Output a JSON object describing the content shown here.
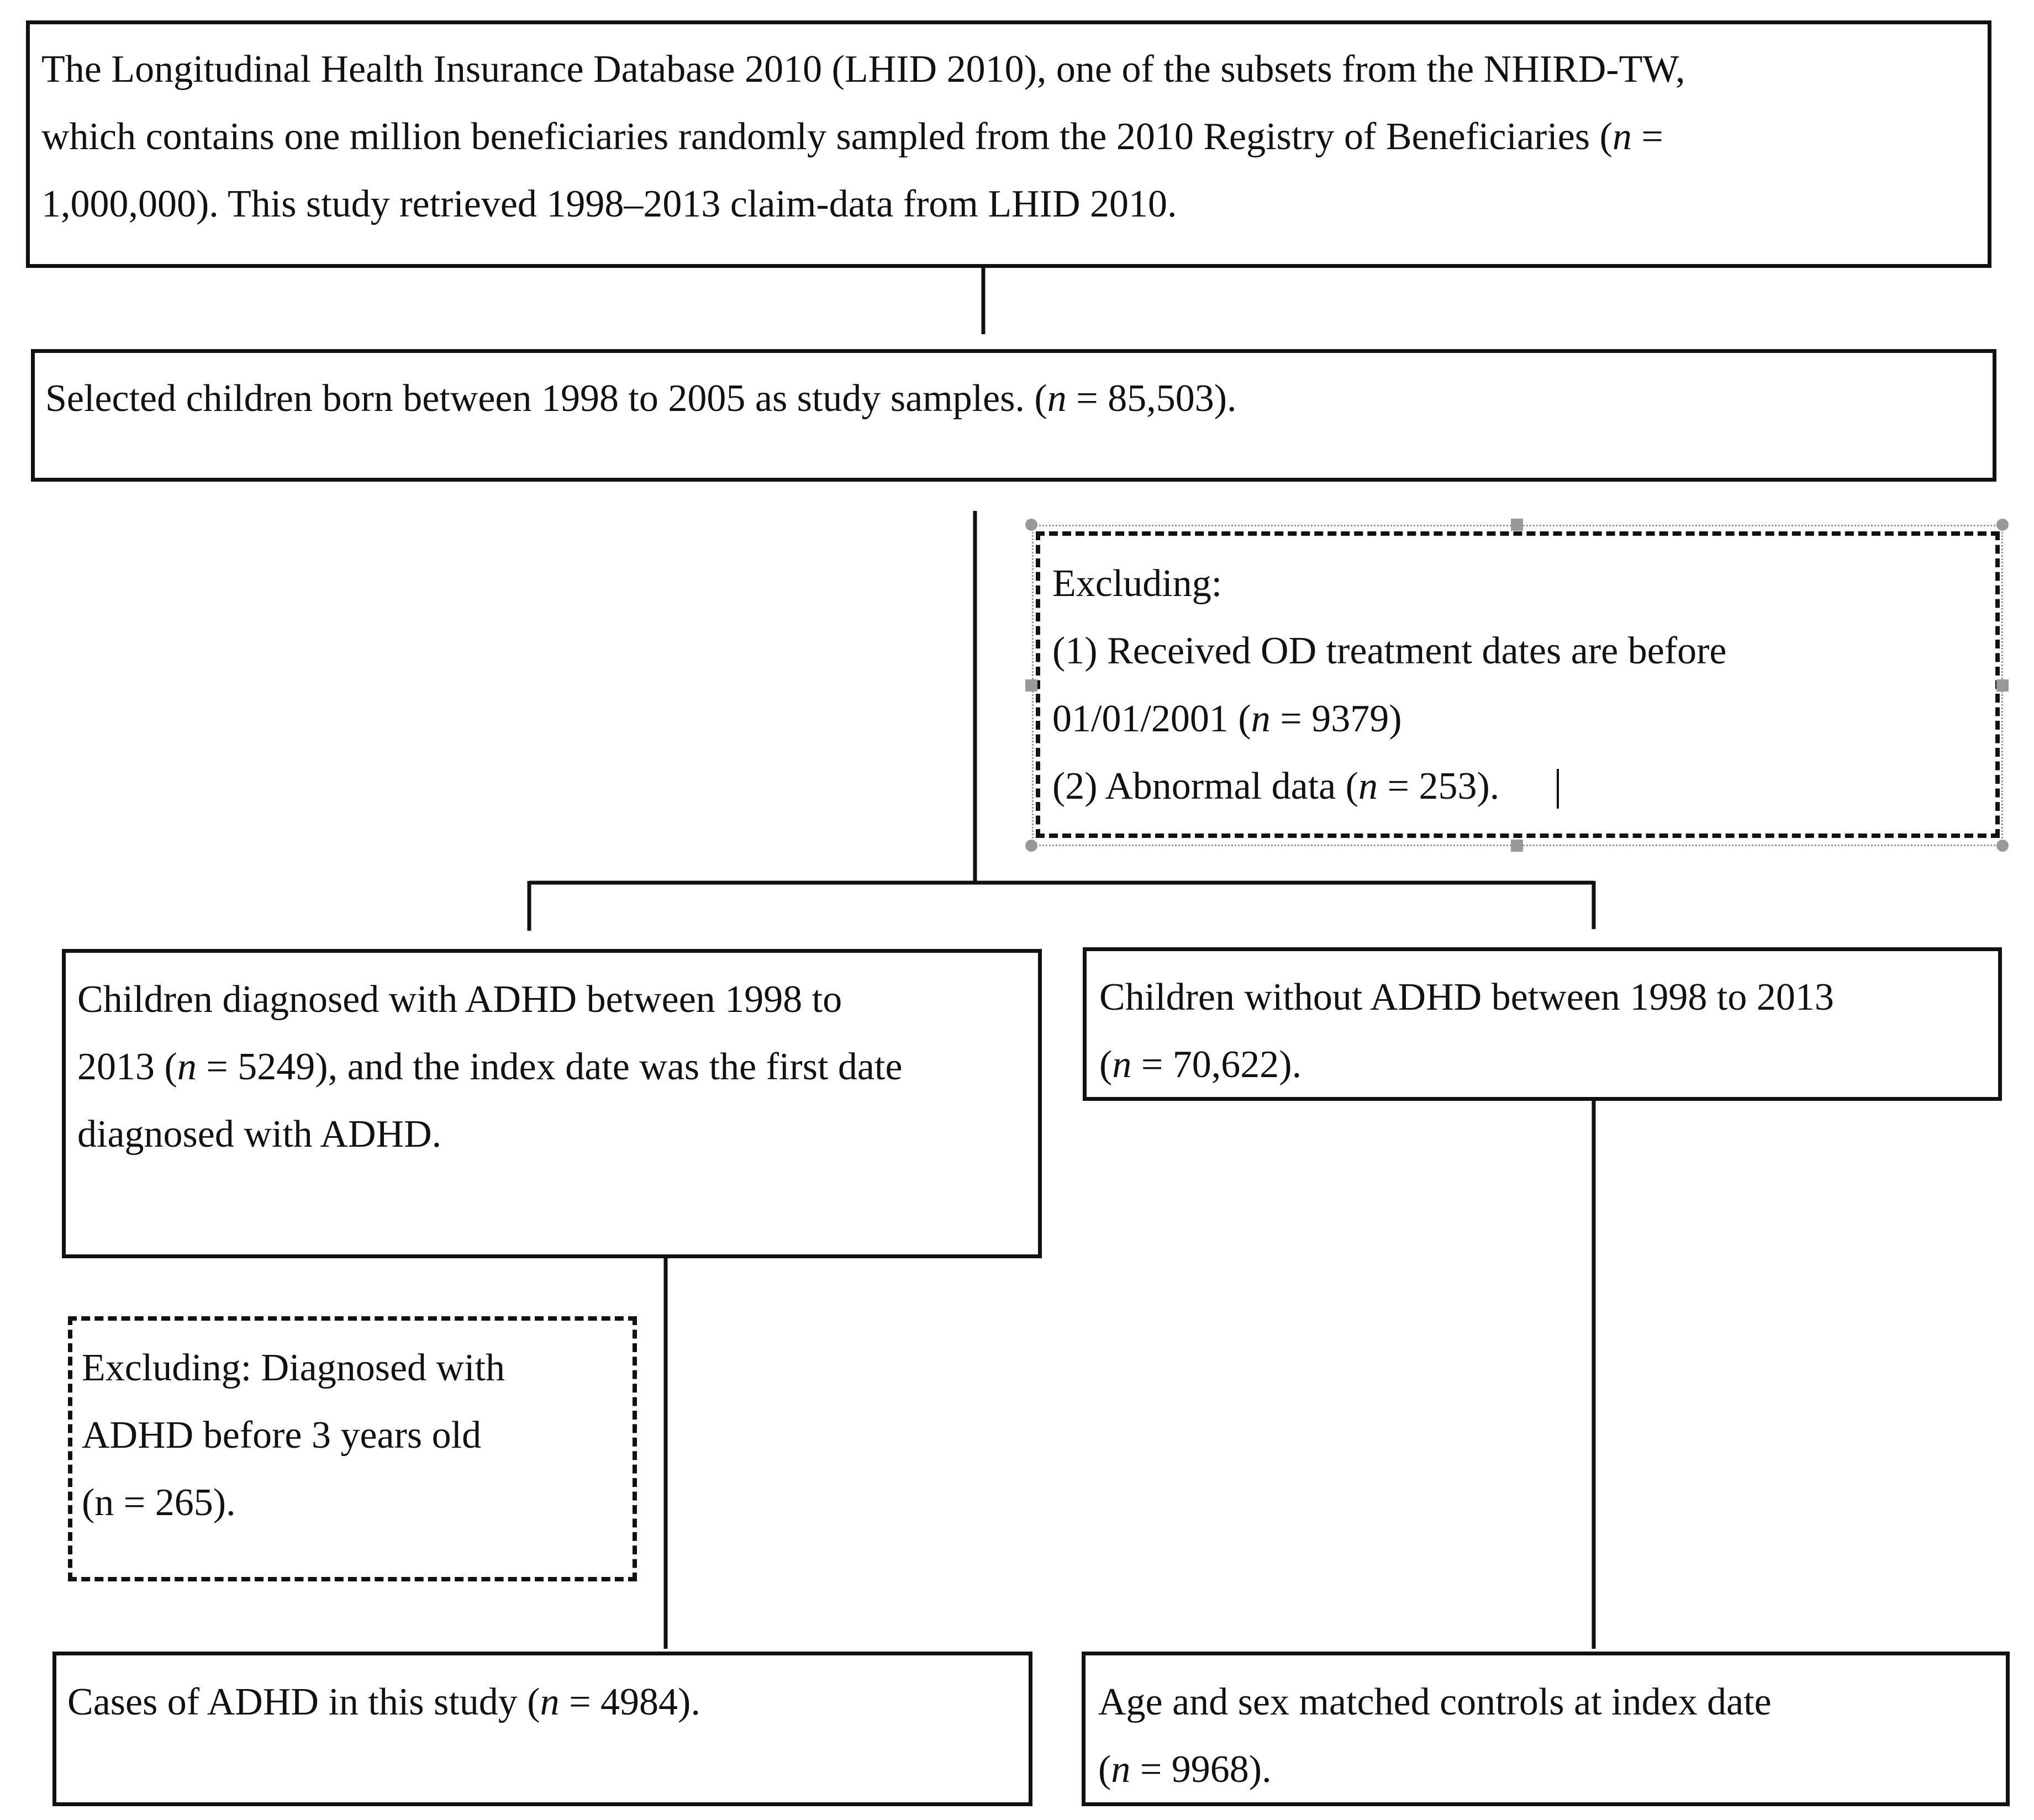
{
  "boxes": {
    "source": {
      "line1": "The Longitudinal Health Insurance Database 2010 (LHID 2010), one of the subsets from the NHIRD-TW,",
      "line2a": "which contains one million beneficiaries randomly sampled from the 2010 Registry of Beneficiaries (",
      "line2n": "n",
      "line2b": " =",
      "line3": "1,000,000). This study retrieved 1998–2013 claim-data from LHID 2010."
    },
    "selected": {
      "a": "Selected children born between 1998 to 2005 as study samples. (",
      "n": "n",
      "b": " = 85,503)."
    },
    "exclusion_top": {
      "line1": "Excluding:",
      "line2": "(1) Received OD treatment dates are before",
      "line3a": "01/01/2001 (",
      "line3n": "n",
      "line3b": " = 9379)",
      "line4a": "(2) Abnormal data (",
      "line4n": "n",
      "line4b": " = 253)."
    },
    "adhd": {
      "line1": "Children diagnosed with ADHD between 1998 to",
      "line2a": "2013 (",
      "line2n": "n",
      "line2b": " = 5249), and the index date was the first date",
      "line3": "diagnosed with ADHD."
    },
    "without": {
      "line1": "Children without ADHD between 1998 to 2013",
      "line2a": "(",
      "line2n": "n",
      "line2b": " = 70,622)."
    },
    "exclusion_left": {
      "line1": "Excluding: Diagnosed with",
      "line2": "ADHD before 3 years old",
      "line3": "(n = 265)."
    },
    "cases": {
      "a": "Cases of ADHD in this study (",
      "n": "n",
      "b": " = 4984)."
    },
    "controls": {
      "line1": "Age and sex matched controls at index date",
      "line2a": "(",
      "line2n": "n",
      "line2b": " = 9968)."
    }
  }
}
